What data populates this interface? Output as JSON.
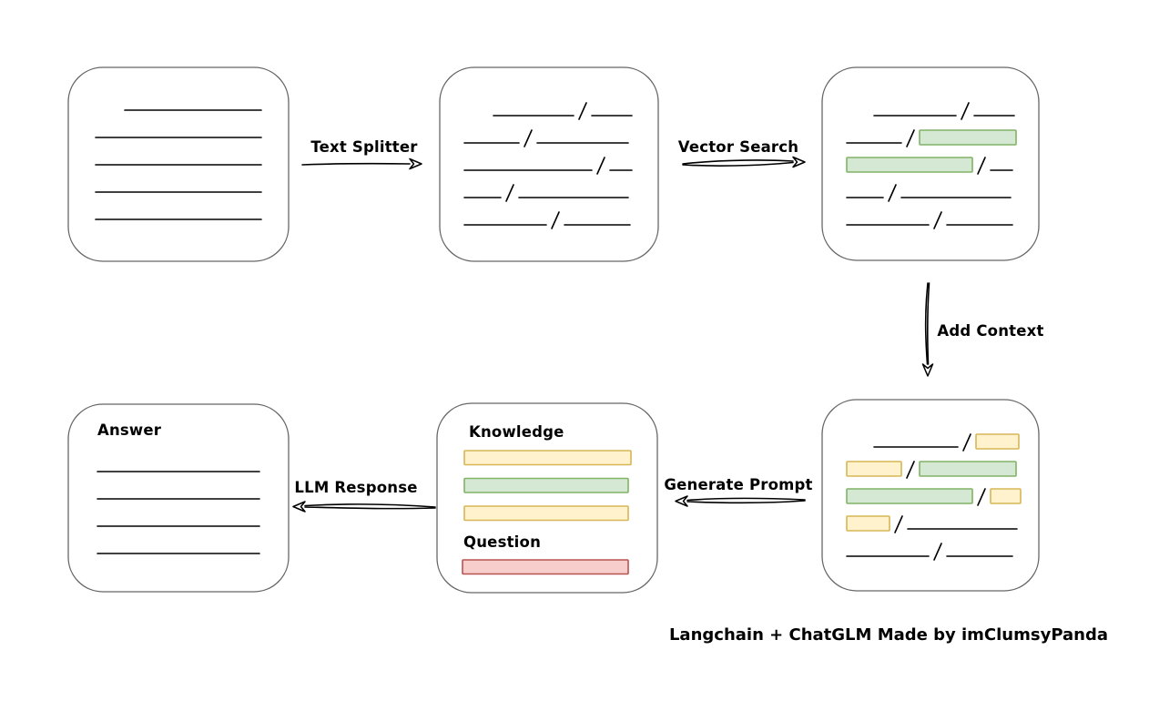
{
  "caption": "Langchain + ChatGLM Made by imClumsyPanda",
  "colors": {
    "background": "#ffffff",
    "box_stroke": "#666666",
    "line": "#000000",
    "green_fill": "#d5e8d4",
    "green_stroke": "#82b366",
    "yellow_fill": "#fff2cc",
    "yellow_stroke": "#d6b656",
    "red_fill": "#f8cecc",
    "red_stroke": "#b85450"
  },
  "labels": {
    "text_splitter": "Text Splitter",
    "vector_search": "Vector Search",
    "add_context": "Add Context",
    "generate_prompt": "Generate Prompt",
    "llm_response": "LLM Response",
    "knowledge": "Knowledge",
    "question": "Question",
    "answer": "Answer"
  },
  "boxes": {
    "source_document": {
      "rows": [
        [
          {
            "t": "gap",
            "w": 32
          },
          {
            "t": "line",
            "w": 150
          }
        ],
        [
          {
            "t": "line",
            "w": 182
          }
        ],
        [
          {
            "t": "line",
            "w": 182
          }
        ],
        [
          {
            "t": "line",
            "w": 182
          }
        ],
        [
          {
            "t": "line",
            "w": 182
          }
        ]
      ]
    },
    "split_chunks": {
      "rows": [
        [
          {
            "t": "gap",
            "w": 32
          },
          {
            "t": "line",
            "w": 88
          },
          {
            "t": "slash"
          },
          {
            "t": "line",
            "w": 44
          }
        ],
        [
          {
            "t": "line",
            "w": 60
          },
          {
            "t": "slash"
          },
          {
            "t": "line",
            "w": 100
          }
        ],
        [
          {
            "t": "line",
            "w": 140
          },
          {
            "t": "slash"
          },
          {
            "t": "line",
            "w": 24
          }
        ],
        [
          {
            "t": "line",
            "w": 40
          },
          {
            "t": "slash"
          },
          {
            "t": "line",
            "w": 120
          }
        ],
        [
          {
            "t": "line",
            "w": 90
          },
          {
            "t": "slash"
          },
          {
            "t": "line",
            "w": 72
          }
        ]
      ]
    },
    "retrieved_chunks": {
      "rows": [
        [
          {
            "t": "gap",
            "w": 30
          },
          {
            "t": "line",
            "w": 90
          },
          {
            "t": "slash"
          },
          {
            "t": "line",
            "w": 44
          }
        ],
        [
          {
            "t": "line",
            "w": 60
          },
          {
            "t": "slash"
          },
          {
            "t": "green",
            "w": 106
          }
        ],
        [
          {
            "t": "green",
            "w": 138
          },
          {
            "t": "slash"
          },
          {
            "t": "line",
            "w": 24
          }
        ],
        [
          {
            "t": "line",
            "w": 40
          },
          {
            "t": "slash"
          },
          {
            "t": "line",
            "w": 120
          }
        ],
        [
          {
            "t": "line",
            "w": 90
          },
          {
            "t": "slash"
          },
          {
            "t": "line",
            "w": 72
          }
        ]
      ]
    },
    "context_chunks": {
      "rows": [
        [
          {
            "t": "gap",
            "w": 30
          },
          {
            "t": "line",
            "w": 92
          },
          {
            "t": "slash"
          },
          {
            "t": "yellow",
            "w": 47
          }
        ],
        [
          {
            "t": "yellow",
            "w": 60
          },
          {
            "t": "slash"
          },
          {
            "t": "green",
            "w": 106
          }
        ],
        [
          {
            "t": "green",
            "w": 138
          },
          {
            "t": "slash"
          },
          {
            "t": "yellow",
            "w": 33
          }
        ],
        [
          {
            "t": "yellow",
            "w": 47
          },
          {
            "t": "slash"
          },
          {
            "t": "line",
            "w": 120
          }
        ],
        [
          {
            "t": "line",
            "w": 90
          },
          {
            "t": "slash"
          },
          {
            "t": "line",
            "w": 72
          }
        ]
      ]
    },
    "answer": {
      "rows": [
        [
          {
            "t": "line",
            "w": 178
          }
        ],
        [
          {
            "t": "line",
            "w": 178
          }
        ],
        [
          {
            "t": "line",
            "w": 178
          }
        ],
        [
          {
            "t": "line",
            "w": 178
          }
        ]
      ]
    }
  }
}
